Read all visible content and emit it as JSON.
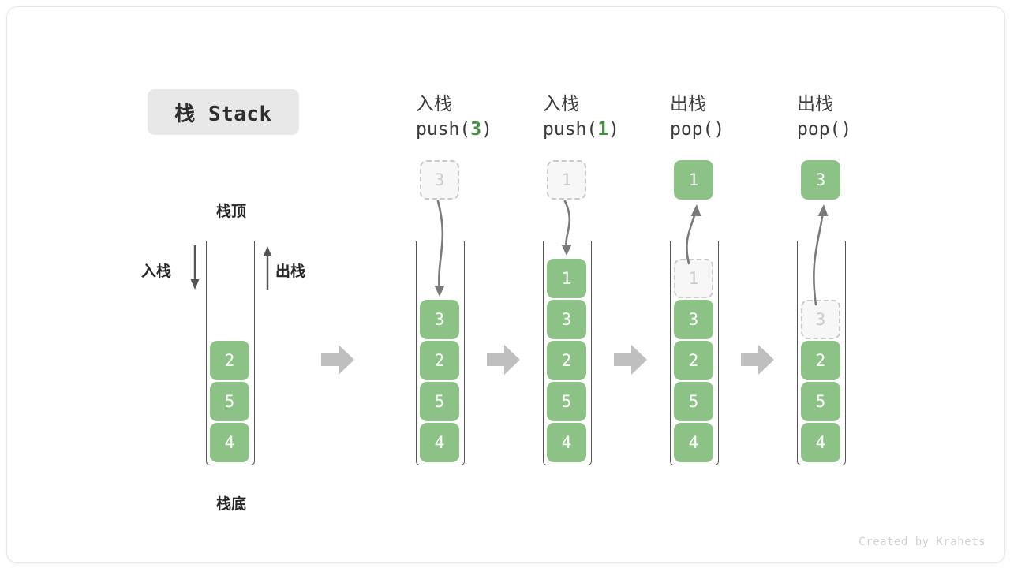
{
  "title": {
    "text": "栈 Stack",
    "chip_color": "#e8e8e8"
  },
  "colors": {
    "element": "#8cc286",
    "ghost_fill": "#f7f7f7",
    "ghost_border": "#c9c9c9",
    "accent_green": "#3f8f3f",
    "arrow_gray": "#7a7a7a",
    "flow_arrow_gray": "#bfbfbf",
    "container_stroke": "#555555"
  },
  "left_stack": {
    "top_label": "栈顶",
    "bottom_label": "栈底",
    "push_label": "入栈",
    "pop_label": "出栈",
    "items": [
      "2",
      "5",
      "4"
    ]
  },
  "steps": [
    {
      "id": "push-3",
      "op_label": "入栈",
      "call_prefix": "push(",
      "call_arg": "3",
      "call_suffix": ")",
      "incoming_value": "3",
      "incoming_state": "ghost",
      "arrow_direction": "down",
      "items": [
        "3",
        "2",
        "5",
        "4"
      ]
    },
    {
      "id": "push-1",
      "op_label": "入栈",
      "call_prefix": "push(",
      "call_arg": "1",
      "call_suffix": ")",
      "incoming_value": "1",
      "incoming_state": "ghost",
      "arrow_direction": "down",
      "items": [
        "1",
        "3",
        "2",
        "5",
        "4"
      ]
    },
    {
      "id": "pop-1",
      "op_label": "出栈",
      "call_prefix": "pop(",
      "call_arg": "",
      "call_suffix": ")",
      "incoming_value": "1",
      "incoming_state": "solid",
      "arrow_direction": "up",
      "ghost_value": "1",
      "items": [
        "3",
        "2",
        "5",
        "4"
      ]
    },
    {
      "id": "pop-3",
      "op_label": "出栈",
      "call_prefix": "pop(",
      "call_arg": "",
      "call_suffix": ")",
      "incoming_value": "3",
      "incoming_state": "solid",
      "arrow_direction": "up",
      "ghost_value": "3",
      "items": [
        "2",
        "5",
        "4"
      ]
    }
  ],
  "footer": "Created by Krahets"
}
